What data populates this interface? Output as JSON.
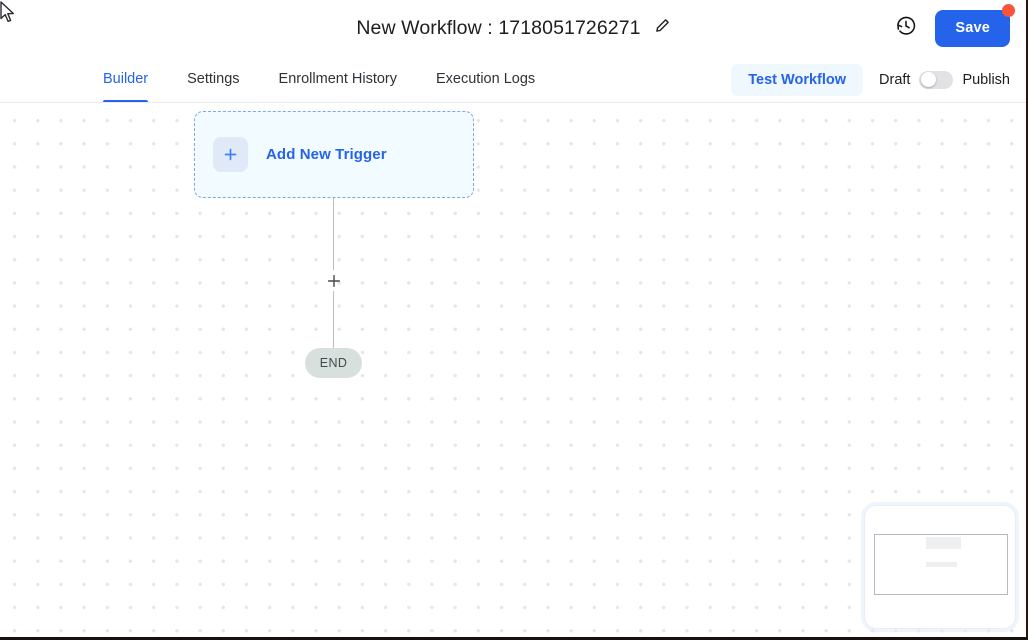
{
  "header": {
    "title": "New Workflow : 1718051726271",
    "edit_icon": "pencil-icon",
    "history_icon": "clock-history-icon",
    "save_label": "Save",
    "save_badge": true,
    "accent_color": "#2563eb",
    "badge_color": "#f8533b"
  },
  "tabs": [
    {
      "label": "Builder",
      "active": true
    },
    {
      "label": "Settings",
      "active": false
    },
    {
      "label": "Enrollment History",
      "active": false
    },
    {
      "label": "Execution Logs",
      "active": false
    }
  ],
  "actions": {
    "test_workflow_label": "Test Workflow",
    "draft_label": "Draft",
    "publish_label": "Publish",
    "toggle_state": "Draft"
  },
  "canvas": {
    "trigger_node": {
      "label": "Add New Trigger",
      "icon": "plus-icon"
    },
    "edge_add_icon": "plus-icon",
    "end_node": {
      "label": "END"
    }
  },
  "minimap": {
    "name": "canvas-minimap"
  },
  "cursor": {
    "icon": "arrow-cursor"
  }
}
